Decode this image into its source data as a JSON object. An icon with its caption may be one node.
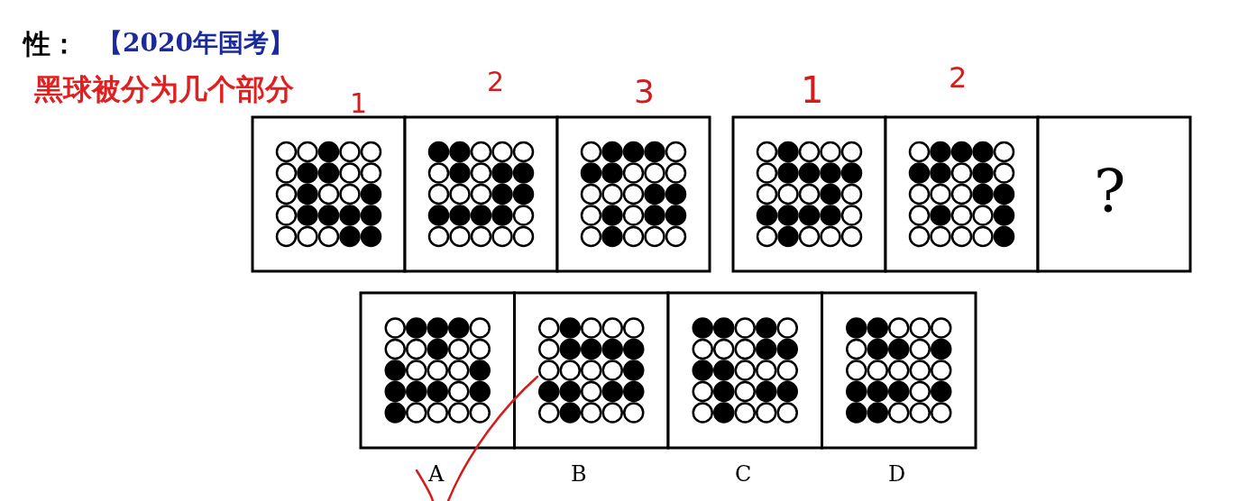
{
  "diagram": {
    "labels": [
      "性：",
      "【2020年国考】",
      "黑球被分为几个部分",
      "1",
      "2",
      "3",
      "1",
      "2",
      "?",
      "A",
      "B",
      "C",
      "D"
    ]
  }
}
